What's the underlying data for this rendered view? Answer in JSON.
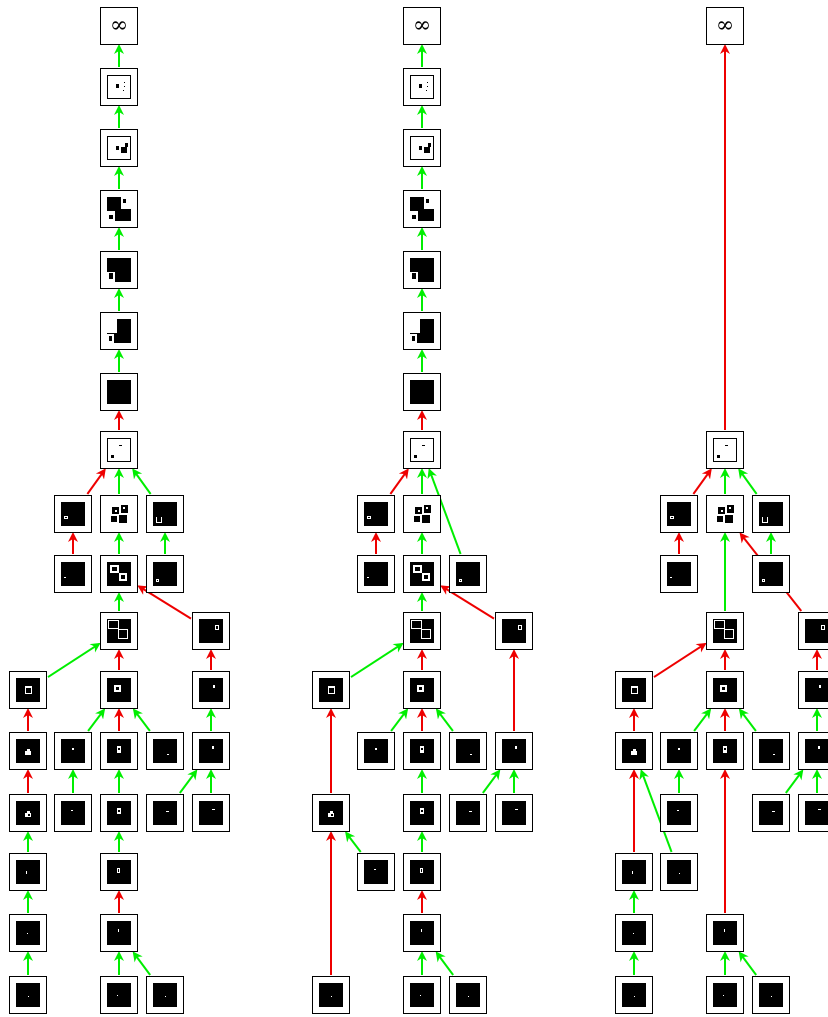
{
  "root_label": "∞",
  "colors": {
    "improvement_edge": "#00ee00",
    "other_edge": "#ee0000",
    "node_border": "#000000",
    "fill": "#000000"
  },
  "panels": [
    {
      "id": "left",
      "edges": [
        [
          "n1",
          "root",
          "g"
        ],
        [
          "n2",
          "n1",
          "g"
        ],
        [
          "n3",
          "n2",
          "g"
        ],
        [
          "n4",
          "n3",
          "g"
        ],
        [
          "n5",
          "n4",
          "g"
        ],
        [
          "n6",
          "n5",
          "g"
        ],
        [
          "n7",
          "n6",
          "r"
        ],
        [
          "a8",
          "n7",
          "r"
        ],
        [
          "m8",
          "n7",
          "g"
        ],
        [
          "b8",
          "n7",
          "g"
        ],
        [
          "a9",
          "a8",
          "r"
        ],
        [
          "m9",
          "m8",
          "g"
        ],
        [
          "b9",
          "b8",
          "g"
        ],
        [
          "c10",
          "m9",
          "g"
        ],
        [
          "r10",
          "m9",
          "r"
        ],
        [
          "l11",
          "c10",
          "g"
        ],
        [
          "c11",
          "c10",
          "r"
        ],
        [
          "r11",
          "r10",
          "r"
        ],
        [
          "l12",
          "l11",
          "r"
        ],
        [
          "a12",
          "c11",
          "g"
        ],
        [
          "c12",
          "c11",
          "r"
        ],
        [
          "d12",
          "c11",
          "g"
        ],
        [
          "r12",
          "r11",
          "g"
        ],
        [
          "l13",
          "l12",
          "r"
        ],
        [
          "a13",
          "a12",
          "g"
        ],
        [
          "c13",
          "c12",
          "g"
        ],
        [
          "e13",
          "r12",
          "g"
        ],
        [
          "r13",
          "r12",
          "g"
        ],
        [
          "l14",
          "l13",
          "g"
        ],
        [
          "c14",
          "c13",
          "g"
        ],
        [
          "l15",
          "l14",
          "g"
        ],
        [
          "c15",
          "c14",
          "r"
        ],
        [
          "l16",
          "l15",
          "g"
        ],
        [
          "c16",
          "c15",
          "g"
        ],
        [
          "d16",
          "c15",
          "g"
        ]
      ]
    },
    {
      "id": "middle",
      "edges": [
        [
          "n1",
          "root",
          "g"
        ],
        [
          "n2",
          "n1",
          "g"
        ],
        [
          "n3",
          "n2",
          "g"
        ],
        [
          "n4",
          "n3",
          "g"
        ],
        [
          "n5",
          "n4",
          "g"
        ],
        [
          "n6",
          "n5",
          "g"
        ],
        [
          "n7",
          "n6",
          "r"
        ],
        [
          "a8",
          "n7",
          "r"
        ],
        [
          "m8",
          "n7",
          "g"
        ],
        [
          "a9",
          "a8",
          "r"
        ],
        [
          "m9",
          "m8",
          "g"
        ],
        [
          "b9",
          "n7",
          "g"
        ],
        [
          "c10",
          "m9",
          "g"
        ],
        [
          "r10",
          "m9",
          "r"
        ],
        [
          "l11",
          "c10",
          "g"
        ],
        [
          "c11",
          "c10",
          "r"
        ],
        [
          "r12",
          "r10",
          "r"
        ],
        [
          "l13",
          "l11",
          "r"
        ],
        [
          "a12",
          "c11",
          "g"
        ],
        [
          "c12",
          "c11",
          "r"
        ],
        [
          "d12",
          "c11",
          "g"
        ],
        [
          "a13",
          "l13",
          "g"
        ],
        [
          "c13",
          "c12",
          "g"
        ],
        [
          "e13",
          "r12",
          "g"
        ],
        [
          "r13",
          "r12",
          "g"
        ],
        [
          "c14",
          "c13",
          "g"
        ],
        [
          "l16",
          "l13",
          "r"
        ],
        [
          "c15",
          "c14",
          "r"
        ],
        [
          "c16",
          "c15",
          "g"
        ],
        [
          "d16",
          "c15",
          "g"
        ]
      ]
    },
    {
      "id": "right",
      "edges": [
        [
          "n7",
          "root",
          "r"
        ],
        [
          "a8",
          "n7",
          "r"
        ],
        [
          "m8",
          "n7",
          "g"
        ],
        [
          "b8",
          "n7",
          "g"
        ],
        [
          "a9",
          "a8",
          "r"
        ],
        [
          "b9",
          "b8",
          "g"
        ],
        [
          "c10",
          "m8",
          "g"
        ],
        [
          "r10",
          "m8",
          "r"
        ],
        [
          "l11",
          "c10",
          "r"
        ],
        [
          "c11",
          "c10",
          "r"
        ],
        [
          "r11",
          "r10",
          "r"
        ],
        [
          "l12",
          "l11",
          "r"
        ],
        [
          "a12",
          "c11",
          "g"
        ],
        [
          "c12",
          "c11",
          "r"
        ],
        [
          "d12",
          "c11",
          "g"
        ],
        [
          "r12",
          "r11",
          "g"
        ],
        [
          "a13",
          "a12",
          "g"
        ],
        [
          "e13",
          "r12",
          "g"
        ],
        [
          "r13",
          "r12",
          "g"
        ],
        [
          "l14",
          "l12",
          "r"
        ],
        [
          "b14",
          "l12",
          "g"
        ],
        [
          "c15",
          "c12",
          "r"
        ],
        [
          "l15",
          "l14",
          "g"
        ],
        [
          "l16",
          "l15",
          "g"
        ],
        [
          "c16",
          "c15",
          "g"
        ],
        [
          "d16",
          "c15",
          "g"
        ]
      ]
    }
  ]
}
